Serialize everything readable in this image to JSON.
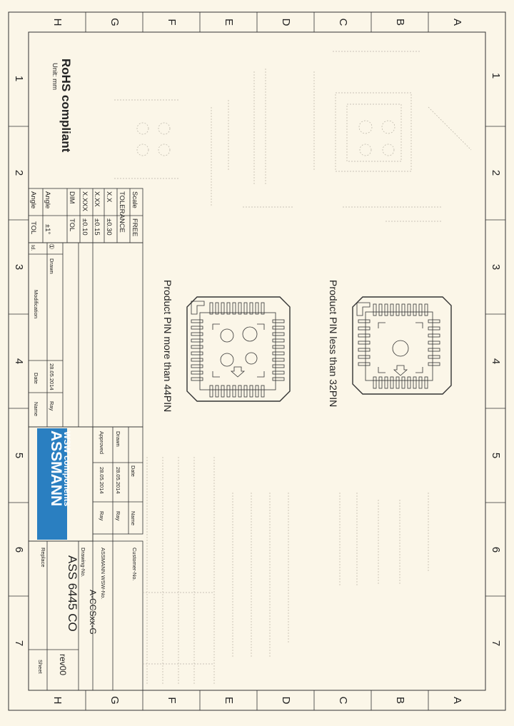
{
  "frame": {
    "cols": [
      "H",
      "G",
      "F",
      "E",
      "D",
      "C",
      "B",
      "A"
    ],
    "rows": [
      "1",
      "2",
      "3",
      "4",
      "5",
      "6",
      "7"
    ]
  },
  "notes": {
    "rohs": "RoHS compliant",
    "unit": "Unit: mm",
    "product_less": "Product PIN less than 32PIN",
    "product_more": "Product PIN more than 44PIN"
  },
  "tolerance": {
    "scale_label": "Scale",
    "scale_value": "FREE",
    "heading": "TOLERANCE",
    "rows": [
      {
        "dim": "X.X",
        "tol": "±0.30"
      },
      {
        "dim": "X.XX",
        "tol": "±0.15"
      },
      {
        "dim": "X.XXX",
        "tol": "±0.10"
      },
      {
        "dim": "DIM",
        "tol": "TOL"
      },
      {
        "dim": "Angle",
        "tol": "±1°"
      },
      {
        "dim": "Angle",
        "tol": "TOL"
      }
    ]
  },
  "revision": {
    "id_label": "Id.",
    "circle": "①",
    "drawn_label": "Drawn",
    "modification_label": "Modification",
    "date_label": "Date",
    "date_value": "28.05.2014",
    "name_label": "Name",
    "name_value": "Ray"
  },
  "approval": {
    "date_label": "Date",
    "name_label": "Name",
    "drawn_label": "Drawn",
    "drawn_date": "28.05.2014",
    "drawn_name": "Ray",
    "approved_label": "Approved",
    "approved_date": "28.05.2014",
    "approved_name": "Ray"
  },
  "logo": {
    "brand": "ASSMANN",
    "sub": "WSW components",
    "colors": {
      "primary": "#2a7fc1",
      "text": "#ffffff"
    }
  },
  "title_block": {
    "customer_label": "Customer-No.",
    "assmann_no_label": "ASSMANN WSW-No.",
    "assmann_no_value": "A-CCSxx-G",
    "drawing_no_label": "Drawing-No.",
    "drawing_no_value": "ASS 6445 CO",
    "replace_label": "Replace",
    "rev": "rev00",
    "sheet_label": "Sheet"
  }
}
